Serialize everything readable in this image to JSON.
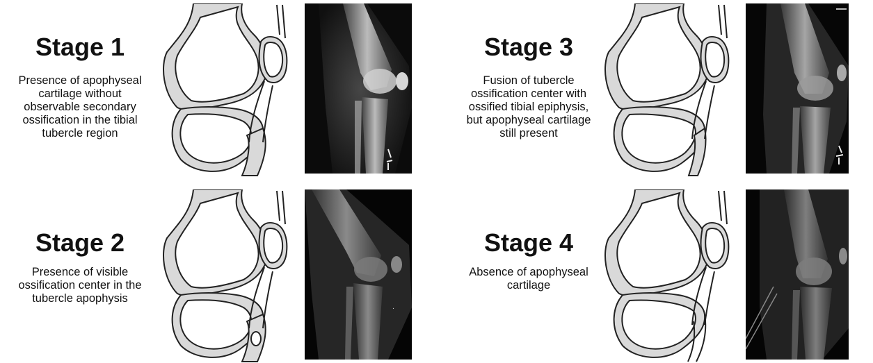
{
  "stages": [
    {
      "title": "Stage 1",
      "description_lines": [
        "Presence of apophyseal",
        "cartilage without",
        "observable secondary",
        "ossification in the tibial",
        "tubercle region"
      ]
    },
    {
      "title": "Stage 2",
      "description_lines": [
        "Presence of visible",
        "ossification center in the",
        "tubercle apophysis"
      ]
    },
    {
      "title": "Stage 3",
      "description_lines": [
        "Fusion of tubercle",
        "ossification center with",
        "ossified tibial epiphysis,",
        "but apophyseal cartilage",
        "still present"
      ]
    },
    {
      "title": "Stage 4",
      "description_lines": [
        "Absence of apophyseal",
        "cartilage"
      ]
    }
  ],
  "colors": {
    "cartilage_fill": "#d9d9d9",
    "outline": "#222222",
    "xray_background": "#000000"
  }
}
